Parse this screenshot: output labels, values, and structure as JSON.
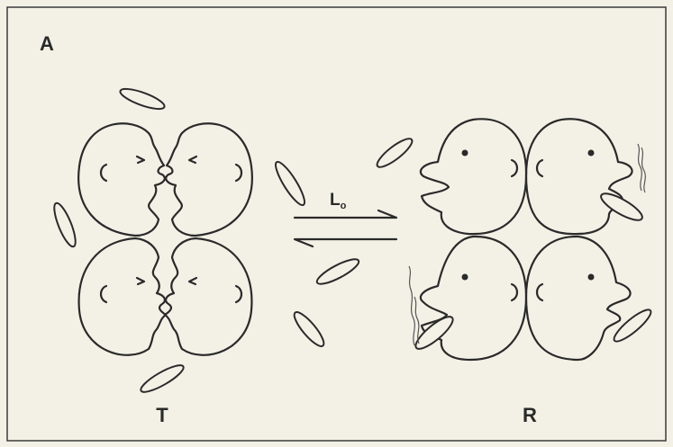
{
  "panel": {
    "label": "A"
  },
  "states": {
    "tense_label": "T",
    "relaxed_label": "R"
  },
  "equilibrium": {
    "constant_main": "L",
    "constant_sub": "o"
  }
}
